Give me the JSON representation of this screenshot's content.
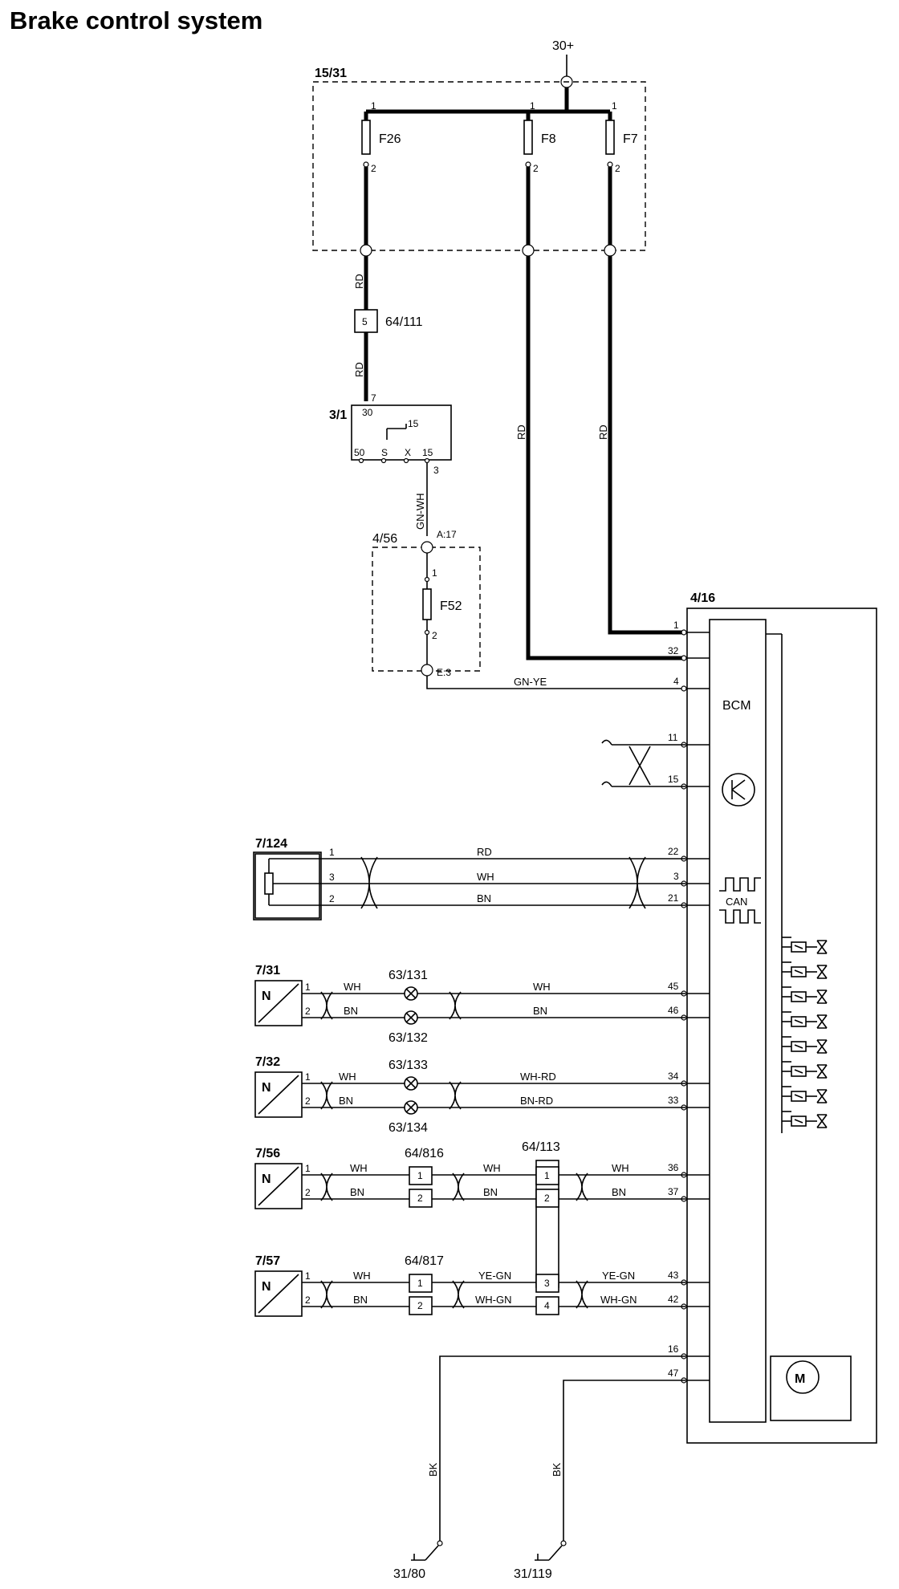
{
  "title": "Brake control system",
  "supply": {
    "terminal": "30+"
  },
  "fusebox_1531": {
    "id": "15/31",
    "fuses": [
      {
        "name": "F26",
        "pin_top": "1",
        "pin_bottom": "2"
      },
      {
        "name": "F8",
        "pin_top": "1",
        "pin_bottom": "2"
      },
      {
        "name": "F7",
        "pin_top": "1",
        "pin_bottom": "2"
      }
    ]
  },
  "wires": {
    "rd": "RD",
    "gn_wh": "GN-WH",
    "gn_ye": "GN-YE",
    "bk": "BK"
  },
  "connector_64_111": {
    "id": "64/111",
    "pin": "5"
  },
  "switch_31": {
    "id": "3/1",
    "pin_in": "7",
    "top_label": "30",
    "inner_label": "15",
    "bottom_labels": [
      "50",
      "S",
      "X",
      "15"
    ],
    "pin_out": "3"
  },
  "fusebox_456": {
    "id": "4/56",
    "fuse": "F52",
    "pin_top": "1",
    "pin_bottom": "2",
    "conn_in": "A:17",
    "conn_out": "E:3"
  },
  "bcm": {
    "id": "4/16",
    "label": "BCM",
    "can_label": "CAN",
    "pins": [
      "1",
      "32",
      "4",
      "11",
      "15",
      "22",
      "3",
      "21",
      "45",
      "46",
      "34",
      "33",
      "36",
      "37",
      "43",
      "42",
      "16",
      "47"
    ]
  },
  "sensor_7124": {
    "id": "7/124",
    "pins": [
      "1",
      "3",
      "2"
    ],
    "wires": [
      "RD",
      "WH",
      "BN"
    ]
  },
  "wheel_sensors": [
    {
      "id": "7/31",
      "pins": [
        "1",
        "2"
      ],
      "wires_left": [
        "WH",
        "BN"
      ],
      "connectors": [
        "63/131",
        "63/132"
      ],
      "wires_right": [
        "WH",
        "BN"
      ],
      "bcm_pins": [
        "45",
        "46"
      ]
    },
    {
      "id": "7/32",
      "pins": [
        "1",
        "2"
      ],
      "wires_left": [
        "WH",
        "BN"
      ],
      "connectors": [
        "63/133",
        "63/134"
      ],
      "wires_right": [
        "WH-RD",
        "BN-RD"
      ],
      "bcm_pins": [
        "34",
        "33"
      ]
    },
    {
      "id": "7/56",
      "pins": [
        "1",
        "2"
      ],
      "wires_left": [
        "WH",
        "BN"
      ],
      "connector_a": {
        "id": "64/816",
        "pins": [
          "1",
          "2"
        ]
      },
      "wires_mid": [
        "WH",
        "BN"
      ],
      "connector_b": {
        "id": "64/113",
        "pins": [
          "1",
          "2"
        ]
      },
      "wires_right": [
        "WH",
        "BN"
      ],
      "bcm_pins": [
        "36",
        "37"
      ]
    },
    {
      "id": "7/57",
      "pins": [
        "1",
        "2"
      ],
      "wires_left": [
        "WH",
        "BN"
      ],
      "connector_a": {
        "id": "64/817",
        "pins": [
          "1",
          "2"
        ]
      },
      "wires_mid": [
        "YE-GN",
        "WH-GN"
      ],
      "connector_b": {
        "pins": [
          "3",
          "4"
        ]
      },
      "wires_right": [
        "YE-GN",
        "WH-GN"
      ],
      "bcm_pins": [
        "43",
        "42"
      ]
    }
  ],
  "sensor_letter": "N",
  "motor_letter": "M",
  "grounds": [
    "31/80",
    "31/119"
  ]
}
